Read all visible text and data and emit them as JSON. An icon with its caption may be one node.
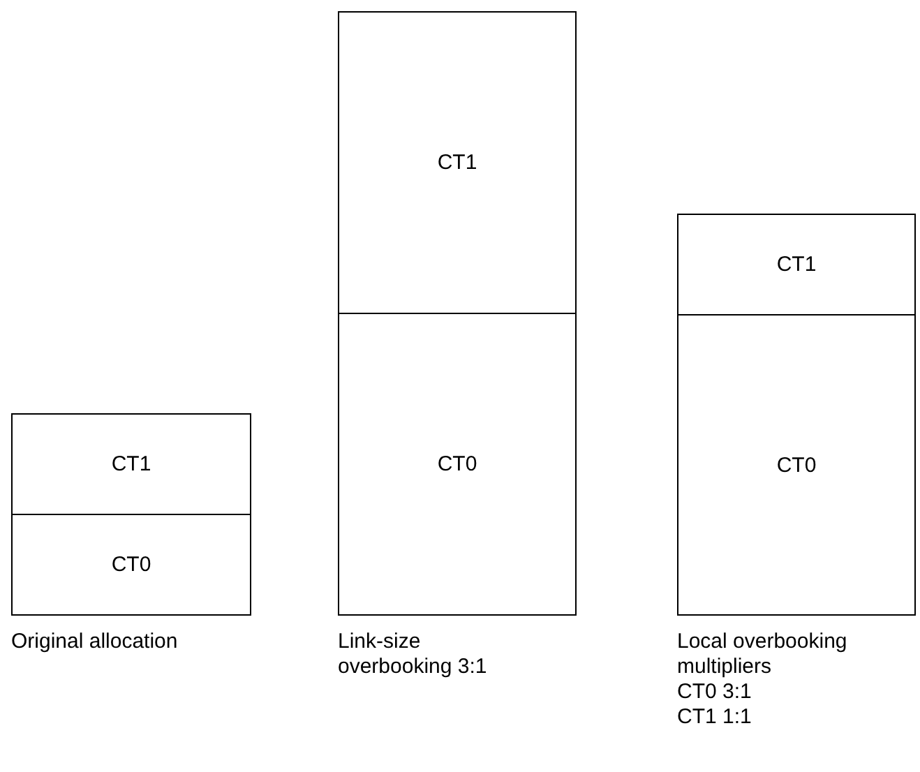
{
  "diagram": {
    "nodes": [
      {
        "text": [
          "CT1"
        ]
      },
      {
        "text": [
          "CT0"
        ],
        "beside": [
          "Original allocation"
        ]
      },
      {
        "text": [
          "CT1"
        ]
      },
      {
        "text": [
          "CT0"
        ],
        "beside": [
          "Link-size overbooking 3:1"
        ]
      },
      {
        "text": [
          "CT1"
        ]
      },
      {
        "text": [
          "CT0"
        ],
        "beside": [
          "Local overbooking multipliers",
          "CT0 3:1",
          "CT1 1:1"
        ]
      }
    ]
  }
}
